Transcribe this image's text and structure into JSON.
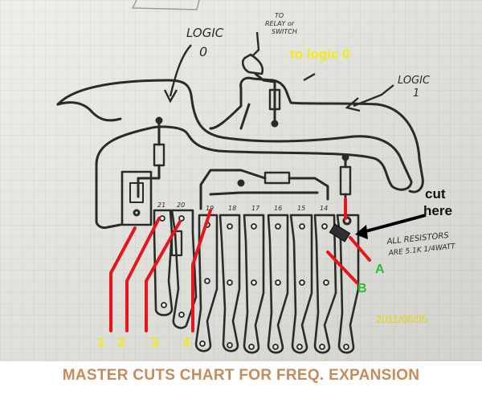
{
  "caption": "MASTER CUTS CHART FOR FREQ. EXPANSION",
  "handwritten": {
    "logic_zero": "LOGIC",
    "logic_zero_value": "0",
    "logic_one": "LOGIC",
    "logic_one_value": "1",
    "relay_line1": "TO",
    "relay_line2": "RELAY or",
    "relay_line3": "SWITCH",
    "resistor_line1": "ALL RESISTORS",
    "resistor_line2": "ARE 5.1K 1/4WATT",
    "pad_numbers": [
      "21",
      "20",
      "19",
      "18",
      "17",
      "16",
      "15",
      "14"
    ]
  },
  "annotations": {
    "to_logic_0": "to logic 0",
    "cut_line1": "cut",
    "cut_line2": "here",
    "point_a": "A",
    "point_b": "B",
    "cut_numbers": [
      "1",
      "2",
      "3",
      "4"
    ],
    "date": "2011/06/05"
  },
  "colors": {
    "paper": "#efefe9",
    "pencil": "#2a2a2a",
    "cut_red": "#e8151b",
    "label_yellow": "#f2ea1a",
    "label_green": "#33b83a",
    "caption": "#c68a5b"
  }
}
